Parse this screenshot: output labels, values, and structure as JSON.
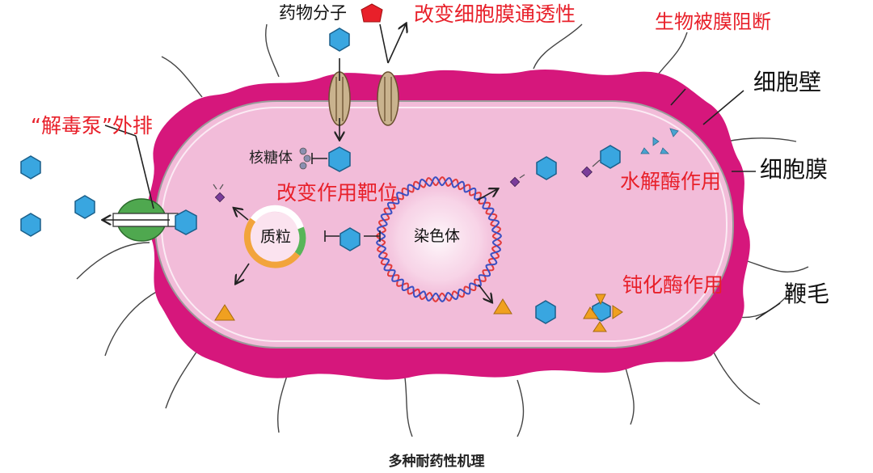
{
  "labels": {
    "drug_molecule": "药物分子",
    "permeability": "改变细胞膜通透性",
    "biofilm": "生物被膜阻断",
    "cell_wall": "细胞壁",
    "cell_membrane": "细胞膜",
    "efflux_pump": "“解毒泵”外排",
    "ribosome": "核糖体",
    "target_change": "改变作用靶位",
    "hydrolase": "水解酶作用",
    "plasmid": "质粒",
    "chromosome": "染色体",
    "passivation": "钝化酶作用",
    "flagellum": "鞭毛"
  },
  "caption": "多种耐药性机理",
  "colors": {
    "cell_wall": "#d6177c",
    "cytoplasm": "#f2bcd9",
    "membrane_line": "#8a8a8a",
    "drug": "#39a6e0",
    "highlight_text": "#e8202a",
    "pump": "#4fa84f",
    "channel": "#c9b38e",
    "plasmid_orange": "#f2a43c",
    "plasmid_green": "#58b558",
    "triangle": "#f0a020",
    "fragment": "#7a3d9a"
  }
}
